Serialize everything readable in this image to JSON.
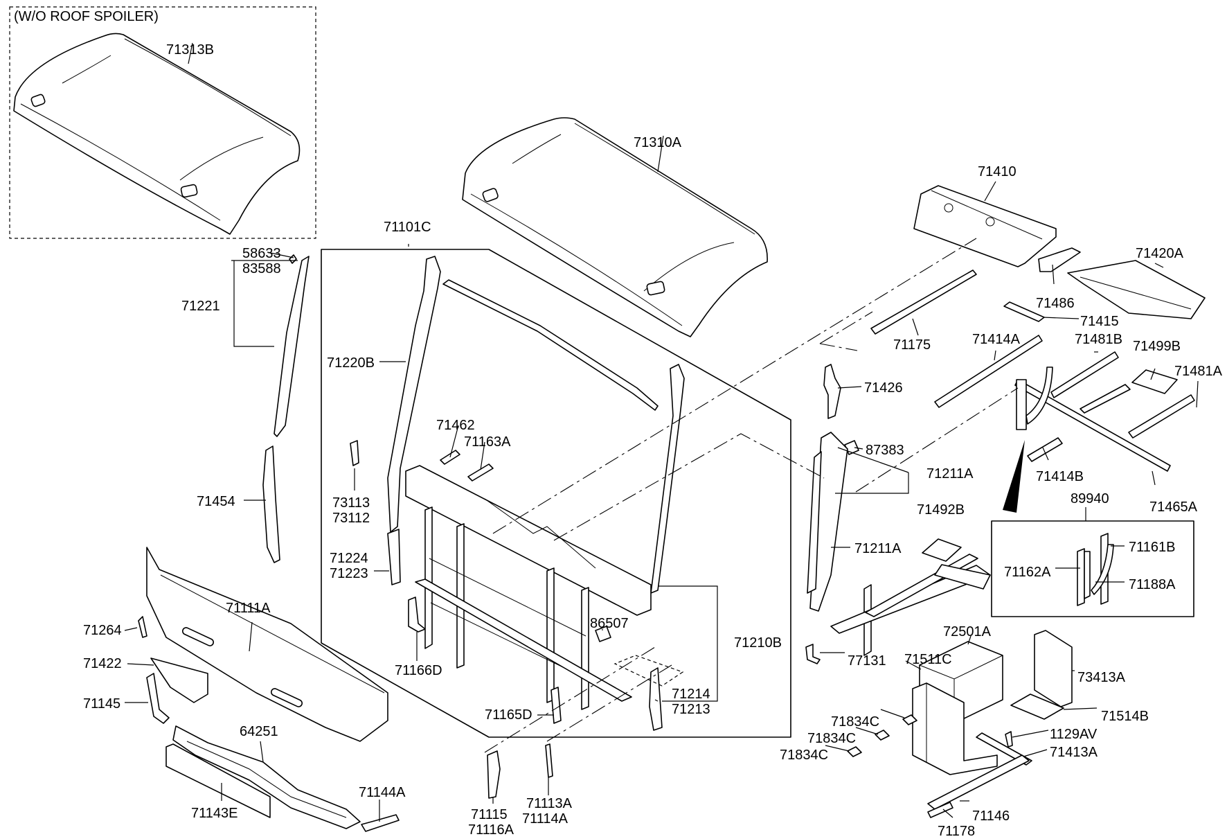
{
  "inset_caption": "(W/O ROOF SPOILER)",
  "labels": {
    "p71313B": "71313B",
    "p71310A": "71310A",
    "p71410": "71410",
    "p71420A": "71420A",
    "p71486": "71486",
    "p71415": "71415",
    "p71175": "71175",
    "p71414A": "71414A",
    "p71481B": "71481B",
    "p71499B": "71499B",
    "p71481A": "71481A",
    "p71426": "71426",
    "p87383": "87383",
    "p71211A_a": "71211A",
    "p71414B": "71414B",
    "p71465A": "71465A",
    "p89940": "89940",
    "p71492B": "71492B",
    "p71211A_b": "71211A",
    "p71162A": "71162A",
    "p71161B": "71161B",
    "p71188A": "71188A",
    "p72501A": "72501A",
    "p71511C": "71511C",
    "p73413A": "73413A",
    "p77131": "77131",
    "p71834C_a": "71834C",
    "p71834C_b": "71834C",
    "p71834C_c": "71834C",
    "p71514B": "71514B",
    "p1129AV": "1129AV",
    "p71413A": "71413A",
    "p71146": "71146",
    "p71178": "71178",
    "p58633": "58633",
    "p83588": "83588",
    "p71221": "71221",
    "p71454": "71454",
    "p71101C": "71101C",
    "p71220B": "71220B",
    "p71462": "71462",
    "p71163A": "71163A",
    "p73113": "73113",
    "p73112": "73112",
    "p71224": "71224",
    "p71223": "71223",
    "p71166D": "71166D",
    "p86507": "86507",
    "p71210B": "71210B",
    "p71214": "71214",
    "p71213": "71213",
    "p71165D": "71165D",
    "p71111A": "71111A",
    "p71264": "71264",
    "p71422": "71422",
    "p71145": "71145",
    "p64251": "64251",
    "p71144A": "71144A",
    "p71143E": "71143E",
    "p71115": "71115",
    "p71116A": "71116A",
    "p71113A": "71113A",
    "p71114A": "71114A"
  }
}
